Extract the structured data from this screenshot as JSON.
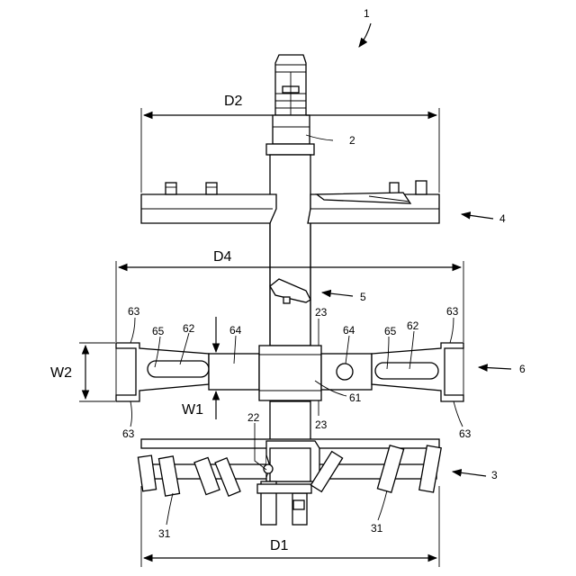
{
  "figure": {
    "labels": {
      "assembly": "1",
      "shaft": "2",
      "upper_plate": "4",
      "fastener": "5",
      "middle_bar": "6",
      "lower_rotor": "3",
      "hub": "61",
      "slot_left": "62",
      "slot_right": "62",
      "corner_tl": "63",
      "corner_tr": "63",
      "corner_bl": "63",
      "corner_br": "63",
      "hole_left": "64",
      "hole_right": "64",
      "slot_mark_left": "65",
      "slot_mark_right": "65",
      "hub_top": "23",
      "hub_bottom": "23",
      "pin": "22",
      "blade_left": "31",
      "blade_right": "31"
    },
    "dimensions": {
      "d2": "D2",
      "d4": "D4",
      "d1": "D1",
      "w2": "W2",
      "w1": "W1"
    }
  }
}
